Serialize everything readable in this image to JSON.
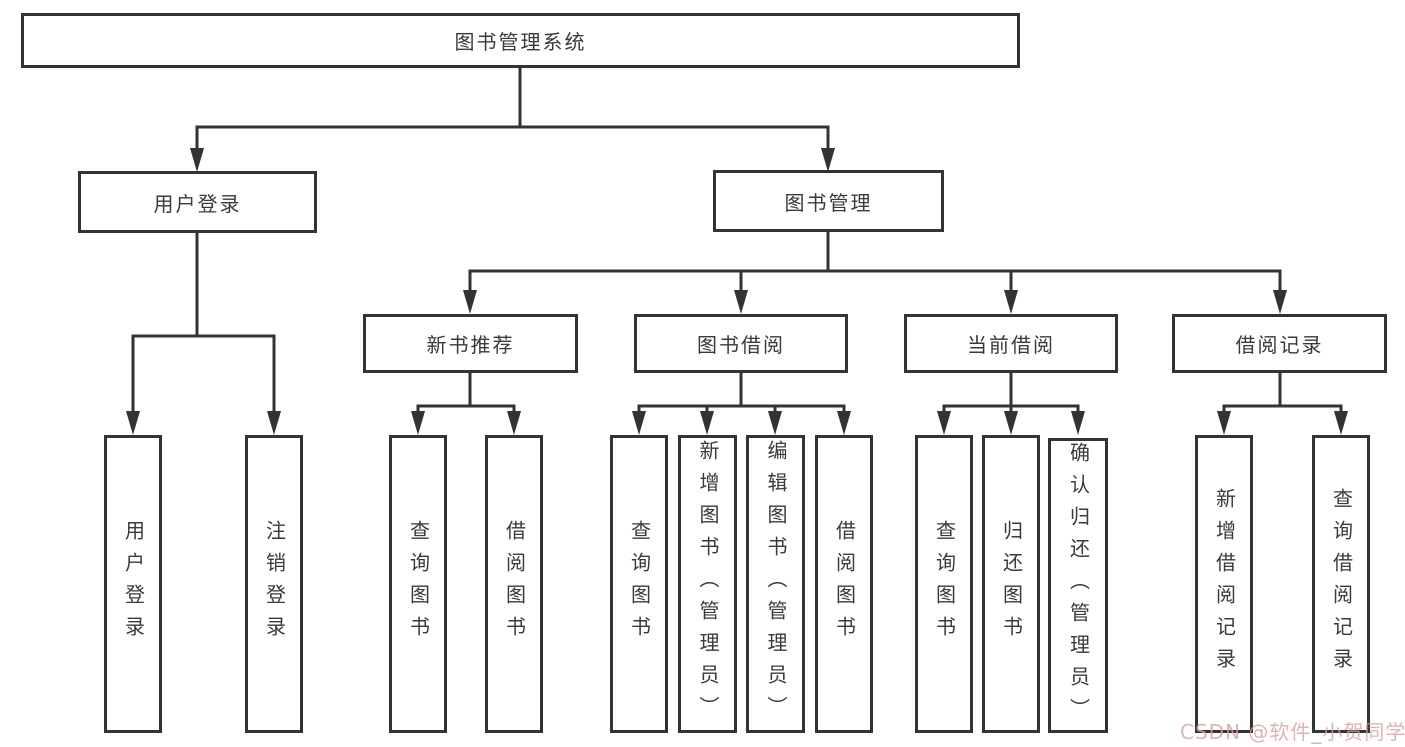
{
  "diagram": {
    "type": "hierarchy-tree",
    "title": "图书管理系统"
  },
  "colors": {
    "line": "#333333",
    "box_border": "#333333",
    "box_background": "#ffffff",
    "text": "#3a3a3a",
    "watermark": "#d6a0a0"
  },
  "nodes": {
    "root": {
      "label": "图书管理系统"
    },
    "level2": [
      {
        "label": "用户登录"
      },
      {
        "label": "图书管理"
      }
    ],
    "level3": [
      {
        "label": "新书推荐"
      },
      {
        "label": "图书借阅"
      },
      {
        "label": "当前借阅"
      },
      {
        "label": "借阅记录"
      }
    ],
    "user_login_children": [
      {
        "label": "用户登录"
      },
      {
        "label": "注销登录"
      }
    ],
    "new_book_children": [
      {
        "label": "查询图书"
      },
      {
        "label": "借阅图书"
      }
    ],
    "book_borrow_children": [
      {
        "label": "查询图书"
      },
      {
        "label": "新增图书（管理员）"
      },
      {
        "label": "编辑图书（管理员）"
      },
      {
        "label": "借阅图书"
      }
    ],
    "current_borrow_children": [
      {
        "label": "查询图书"
      },
      {
        "label": "归还图书"
      },
      {
        "label": "确认归还（管理员）"
      }
    ],
    "record_children": [
      {
        "label": "新增借阅记录"
      },
      {
        "label": "查询借阅记录"
      }
    ]
  },
  "watermark": {
    "text": "CSDN @软件_小贺同学"
  }
}
